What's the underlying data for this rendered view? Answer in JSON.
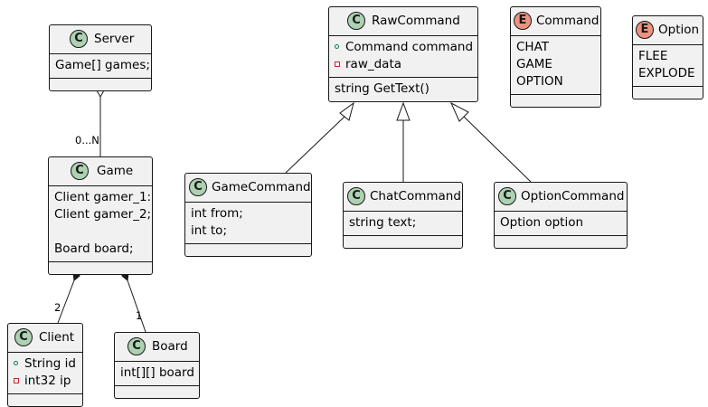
{
  "classes": {
    "server": {
      "stereotype": "C",
      "name": "Server",
      "fields": [
        "Game[] games;"
      ],
      "methods": []
    },
    "game": {
      "stereotype": "C",
      "name": "Game",
      "fields": [
        "Client gamer_1:",
        "Client gamer_2;",
        "",
        "Board board;"
      ],
      "methods": []
    },
    "client": {
      "stereotype": "C",
      "name": "Client",
      "fields": [
        {
          "visibility": "public",
          "text": "String id"
        },
        {
          "visibility": "private",
          "text": "int32 ip"
        }
      ],
      "methods": []
    },
    "board": {
      "stereotype": "C",
      "name": "Board",
      "fields": [
        "int[][] board"
      ],
      "methods": []
    },
    "raw_command": {
      "stereotype": "C",
      "name": "RawCommand",
      "fields": [
        {
          "visibility": "public",
          "text": "Command command"
        },
        {
          "visibility": "private",
          "text": "raw_data"
        }
      ],
      "methods": [
        "string GetText()"
      ]
    },
    "game_command": {
      "stereotype": "C",
      "name": "GameCommand",
      "fields": [
        "int from;",
        "int to;"
      ],
      "methods": []
    },
    "chat_command": {
      "stereotype": "C",
      "name": "ChatCommand",
      "fields": [
        "string text;"
      ],
      "methods": []
    },
    "option_command": {
      "stereotype": "C",
      "name": "OptionCommand",
      "fields": [
        "Option option"
      ],
      "methods": []
    }
  },
  "enums": {
    "command": {
      "stereotype": "E",
      "name": "Command",
      "values": [
        "CHAT",
        "GAME",
        "OPTION"
      ]
    },
    "option": {
      "stereotype": "E",
      "name": "Option",
      "values": [
        "FLEE",
        "EXPLODE"
      ]
    }
  },
  "relations": [
    {
      "type": "aggregation",
      "from": "Server",
      "to": "Game",
      "multiplicity": "0...N"
    },
    {
      "type": "composition",
      "from": "Game",
      "to": "Client",
      "multiplicity": "2"
    },
    {
      "type": "composition",
      "from": "Game",
      "to": "Board",
      "multiplicity": "1"
    },
    {
      "type": "inheritance",
      "from": "GameCommand",
      "to": "RawCommand"
    },
    {
      "type": "inheritance",
      "from": "ChatCommand",
      "to": "RawCommand"
    },
    {
      "type": "inheritance",
      "from": "OptionCommand",
      "to": "RawCommand"
    }
  ],
  "colors": {
    "class_badge": "#add1b2",
    "enum_badge": "#eb937f",
    "box_fill": "#f1f1f1",
    "line": "#181818",
    "public_marker": "#038048",
    "private_marker": "#c82930"
  }
}
